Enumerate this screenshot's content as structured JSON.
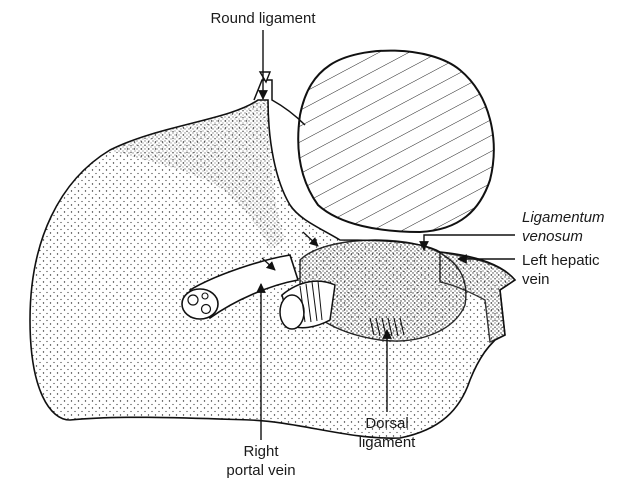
{
  "labels": {
    "round_ligament": "Round ligament",
    "ligamentum_venosum_1": "Ligamentum",
    "ligamentum_venosum_2": "venosum",
    "left_hepatic_vein_1": "Left hepatic",
    "left_hepatic_vein_2": "vein",
    "right_portal_vein_1": "Right",
    "right_portal_vein_2": "portal vein",
    "dorsal_ligament_1": "Dorsal",
    "dorsal_ligament_2": "ligament"
  },
  "colors": {
    "ink": "#1a1a1a",
    "background": "#ffffff"
  }
}
